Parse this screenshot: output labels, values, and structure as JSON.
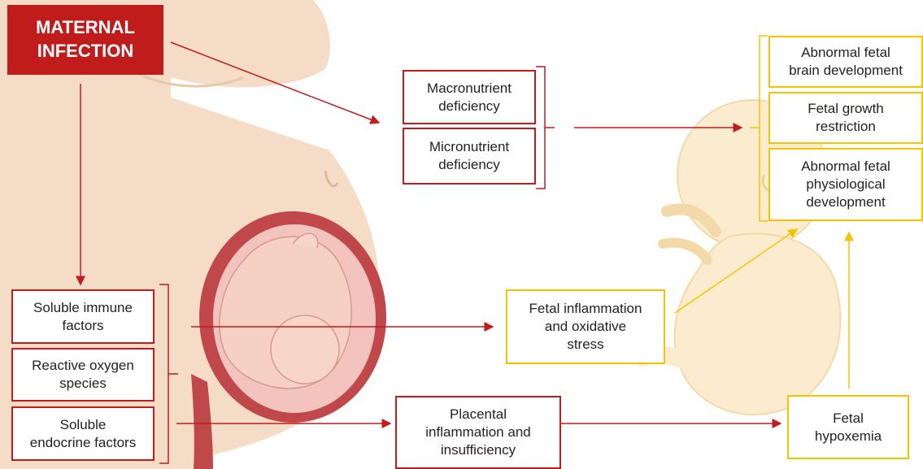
{
  "title": "MATERNAL\nINFECTION",
  "nutrients": [
    "Macronutrient\ndeficiency",
    "Micronutrient\ndeficiency"
  ],
  "maternal_factors": [
    "Soluble immune\nfactors",
    "Reactive oxygen\nspecies",
    "Soluble\nendocrine factors"
  ],
  "placental": "Placental\ninflammation and\ninsufficiency",
  "fetal_inflammation": "Fetal inflammation\nand oxidative\nstress",
  "fetal_hypoxemia": "Fetal\nhypoxemia",
  "outcomes": [
    "Abnormal fetal\nbrain development",
    "Fetal growth\nrestriction",
    "Abnormal fetal\nphysiological\ndevelopment"
  ],
  "colors": {
    "maternal": "#c01c1c",
    "fetal": "#f5c400",
    "skin": "#f6dcc4",
    "uterus": "#b83a3a",
    "fetus_body": "#f8e9c9"
  }
}
